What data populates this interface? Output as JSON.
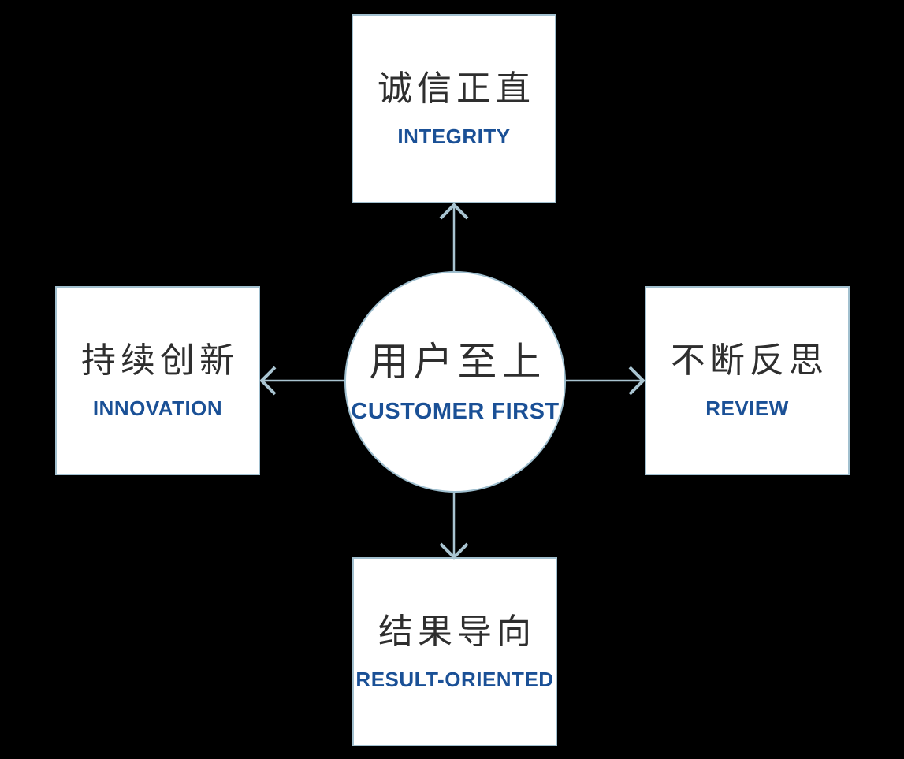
{
  "diagram": {
    "title": "core values diagram",
    "center": {
      "zh": "用户至上",
      "en": "CUSTOMER FIRST"
    },
    "nodes": {
      "top": {
        "zh": "诚信正直",
        "en": "INTEGRITY"
      },
      "left": {
        "zh": "持续创新",
        "en": "INNOVATION"
      },
      "right": {
        "zh": "不断反思",
        "en": "REVIEW"
      },
      "bottom": {
        "zh": "结果导向",
        "en": "RESULT-ORIENTED"
      }
    },
    "colors": {
      "background": "#000000",
      "box_fill": "#ffffff",
      "box_border": "#a2c0cf",
      "arrow": "#a9c4d1",
      "chinese_text": "#2e2e2e",
      "english_text": "#1a5096"
    }
  }
}
